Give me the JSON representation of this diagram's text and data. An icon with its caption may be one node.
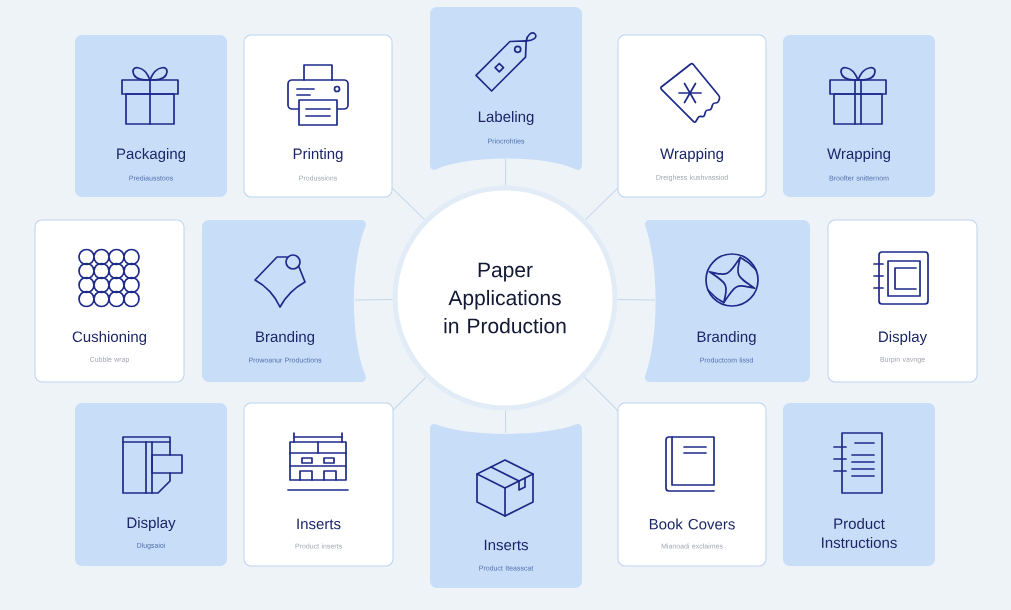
{
  "diagram": {
    "nodes": [
      {
        "text": [
          "Packaging",
          "Prediausstoos"
        ]
      },
      {
        "text": [
          "Printing",
          "Produssions"
        ]
      },
      {
        "text": [
          "Labeling",
          "Priocrohties"
        ]
      },
      {
        "text": [
          "Wrapping",
          "Dreighess kushvassiod"
        ]
      },
      {
        "text": [
          "Wrapping",
          "Broofter snitternom"
        ]
      },
      {
        "text": [
          "Cushioning",
          "Cubble wrap"
        ]
      },
      {
        "text": [
          "Branding",
          "Prowoanur Productions"
        ]
      },
      {
        "text": [
          "Paper Applications in Production"
        ]
      },
      {
        "text": [
          "Branding",
          "Productcom lissd"
        ]
      },
      {
        "text": [
          "Display",
          "Burpin vavnge"
        ]
      },
      {
        "text": [
          "Display",
          "Dlugsaioi"
        ]
      },
      {
        "text": [
          "Inserts",
          "Product inserts"
        ]
      },
      {
        "text": [
          "Inserts",
          "Product Iteasscat"
        ]
      },
      {
        "text": [
          "Book Covers",
          "Mianoadi exclaimes"
        ]
      },
      {
        "text": [
          "Product Instructions"
        ]
      }
    ],
    "edges": [
      {
        "from": 7,
        "to": 1,
        "arrow": "none"
      },
      {
        "from": 7,
        "to": 2,
        "arrow": "none"
      },
      {
        "from": 7,
        "to": 3,
        "arrow": "none"
      },
      {
        "from": 7,
        "to": 6,
        "arrow": "none"
      },
      {
        "from": 7,
        "to": 8,
        "arrow": "none"
      },
      {
        "from": 7,
        "to": 11,
        "arrow": "none"
      },
      {
        "from": 7,
        "to": 12,
        "arrow": "none"
      },
      {
        "from": 7,
        "to": 13,
        "arrow": "none"
      }
    ]
  }
}
